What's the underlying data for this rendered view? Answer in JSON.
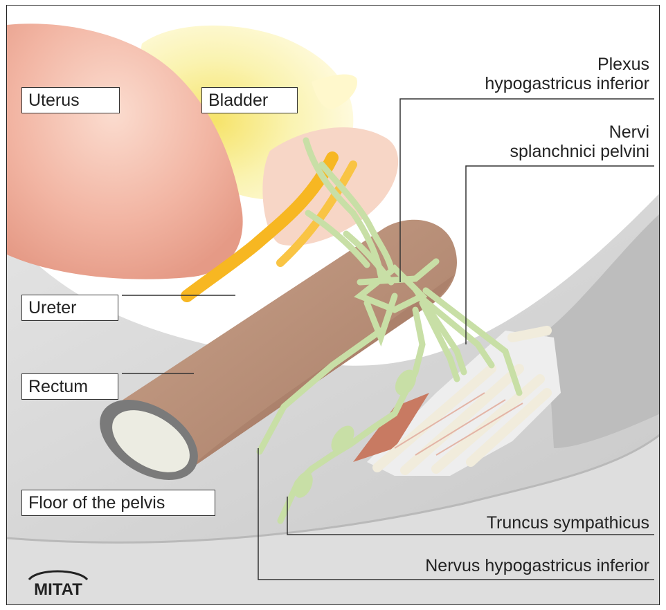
{
  "labels": {
    "uterus": "Uterus",
    "bladder": "Bladder",
    "ureter": "Ureter",
    "rectum": "Rectum",
    "floor_of_pelvis": "Floor of the pelvis",
    "plexus_line1": "Plexus",
    "plexus_line2": "hypogastricus inferior",
    "nervi_line1": "Nervi",
    "nervi_line2": "splanchnici pelvini",
    "truncus": "Truncus sympathicus",
    "nervus": "Nervus hypogastricus inferior"
  },
  "logo": {
    "text": "MITAT"
  },
  "colors": {
    "uterus": "#f2b5a3",
    "bladder": "#f6ef9a",
    "ureter": "#f7b722",
    "rectum": "#b58c76",
    "pelvis": "#d6d6d6",
    "nerve": "#c8dfa6"
  }
}
